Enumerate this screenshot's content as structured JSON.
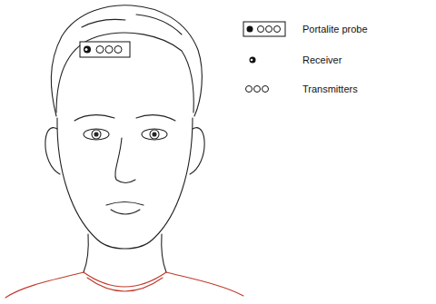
{
  "diagram": {
    "legend": [
      {
        "text": "Portalite probe"
      },
      {
        "text": "Receiver"
      },
      {
        "text": "Transmitters"
      }
    ]
  }
}
